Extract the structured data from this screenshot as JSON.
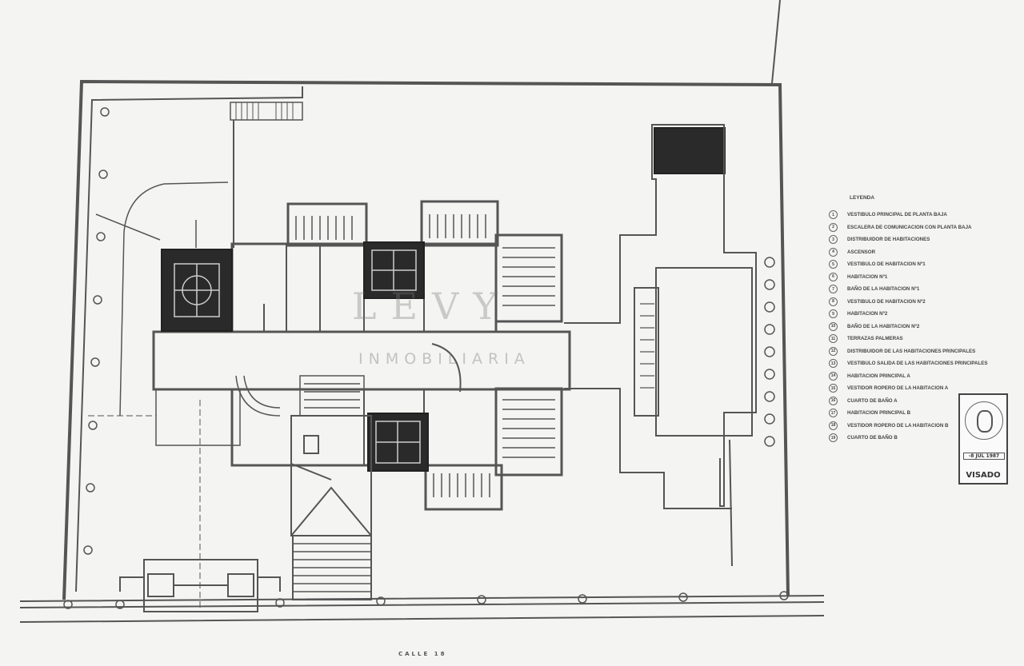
{
  "legend": {
    "title": "LEYENDA",
    "items": [
      {
        "num": "1",
        "label": "VESTIBULO PRINCIPAL DE PLANTA BAJA"
      },
      {
        "num": "2",
        "label": "ESCALERA DE COMUNICACION CON PLANTA BAJA"
      },
      {
        "num": "3",
        "label": "DISTRIBUIDOR DE HABITACIONES"
      },
      {
        "num": "4",
        "label": "ASCENSOR"
      },
      {
        "num": "5",
        "label": "VESTIBULO DE HABITACION Nº1"
      },
      {
        "num": "6",
        "label": "HABITACION Nº1"
      },
      {
        "num": "7",
        "label": "BAÑO DE LA HABITACION Nº1"
      },
      {
        "num": "8",
        "label": "VESTIBULO DE HABITACION Nº2"
      },
      {
        "num": "9",
        "label": "HABITACION Nº2"
      },
      {
        "num": "10",
        "label": "BAÑO DE LA HABITACION Nº2"
      },
      {
        "num": "11",
        "label": "TERRAZAS PALMERAS"
      },
      {
        "num": "12",
        "label": "DISTRIBUIDOR DE LAS HABITACIONES PRINCIPALES"
      },
      {
        "num": "13",
        "label": "VESTIBULO SALIDA DE LAS HABITACIONES PRINCIPALES"
      },
      {
        "num": "14",
        "label": "HABITACION PRINCIPAL A"
      },
      {
        "num": "15",
        "label": "VESTIDOR ROPERO DE LA HABITACION A"
      },
      {
        "num": "16",
        "label": "CUARTO DE BAÑO A"
      },
      {
        "num": "17",
        "label": "HABITACION PRINCIPAL B"
      },
      {
        "num": "18",
        "label": "VESTIDOR ROPERO DE LA HABITACION B"
      },
      {
        "num": "19",
        "label": "CUARTO DE BAÑO B"
      }
    ]
  },
  "stamp": {
    "date": "-8 JUL 1987",
    "label": "VISADO"
  },
  "street": "CALLE 18",
  "watermark": {
    "main": "LEVY",
    "sub": "INMOBILIARIA"
  },
  "colors": {
    "paper": "#f4f4f2",
    "line": "#555555",
    "dark_fill": "#2a2a2a"
  }
}
